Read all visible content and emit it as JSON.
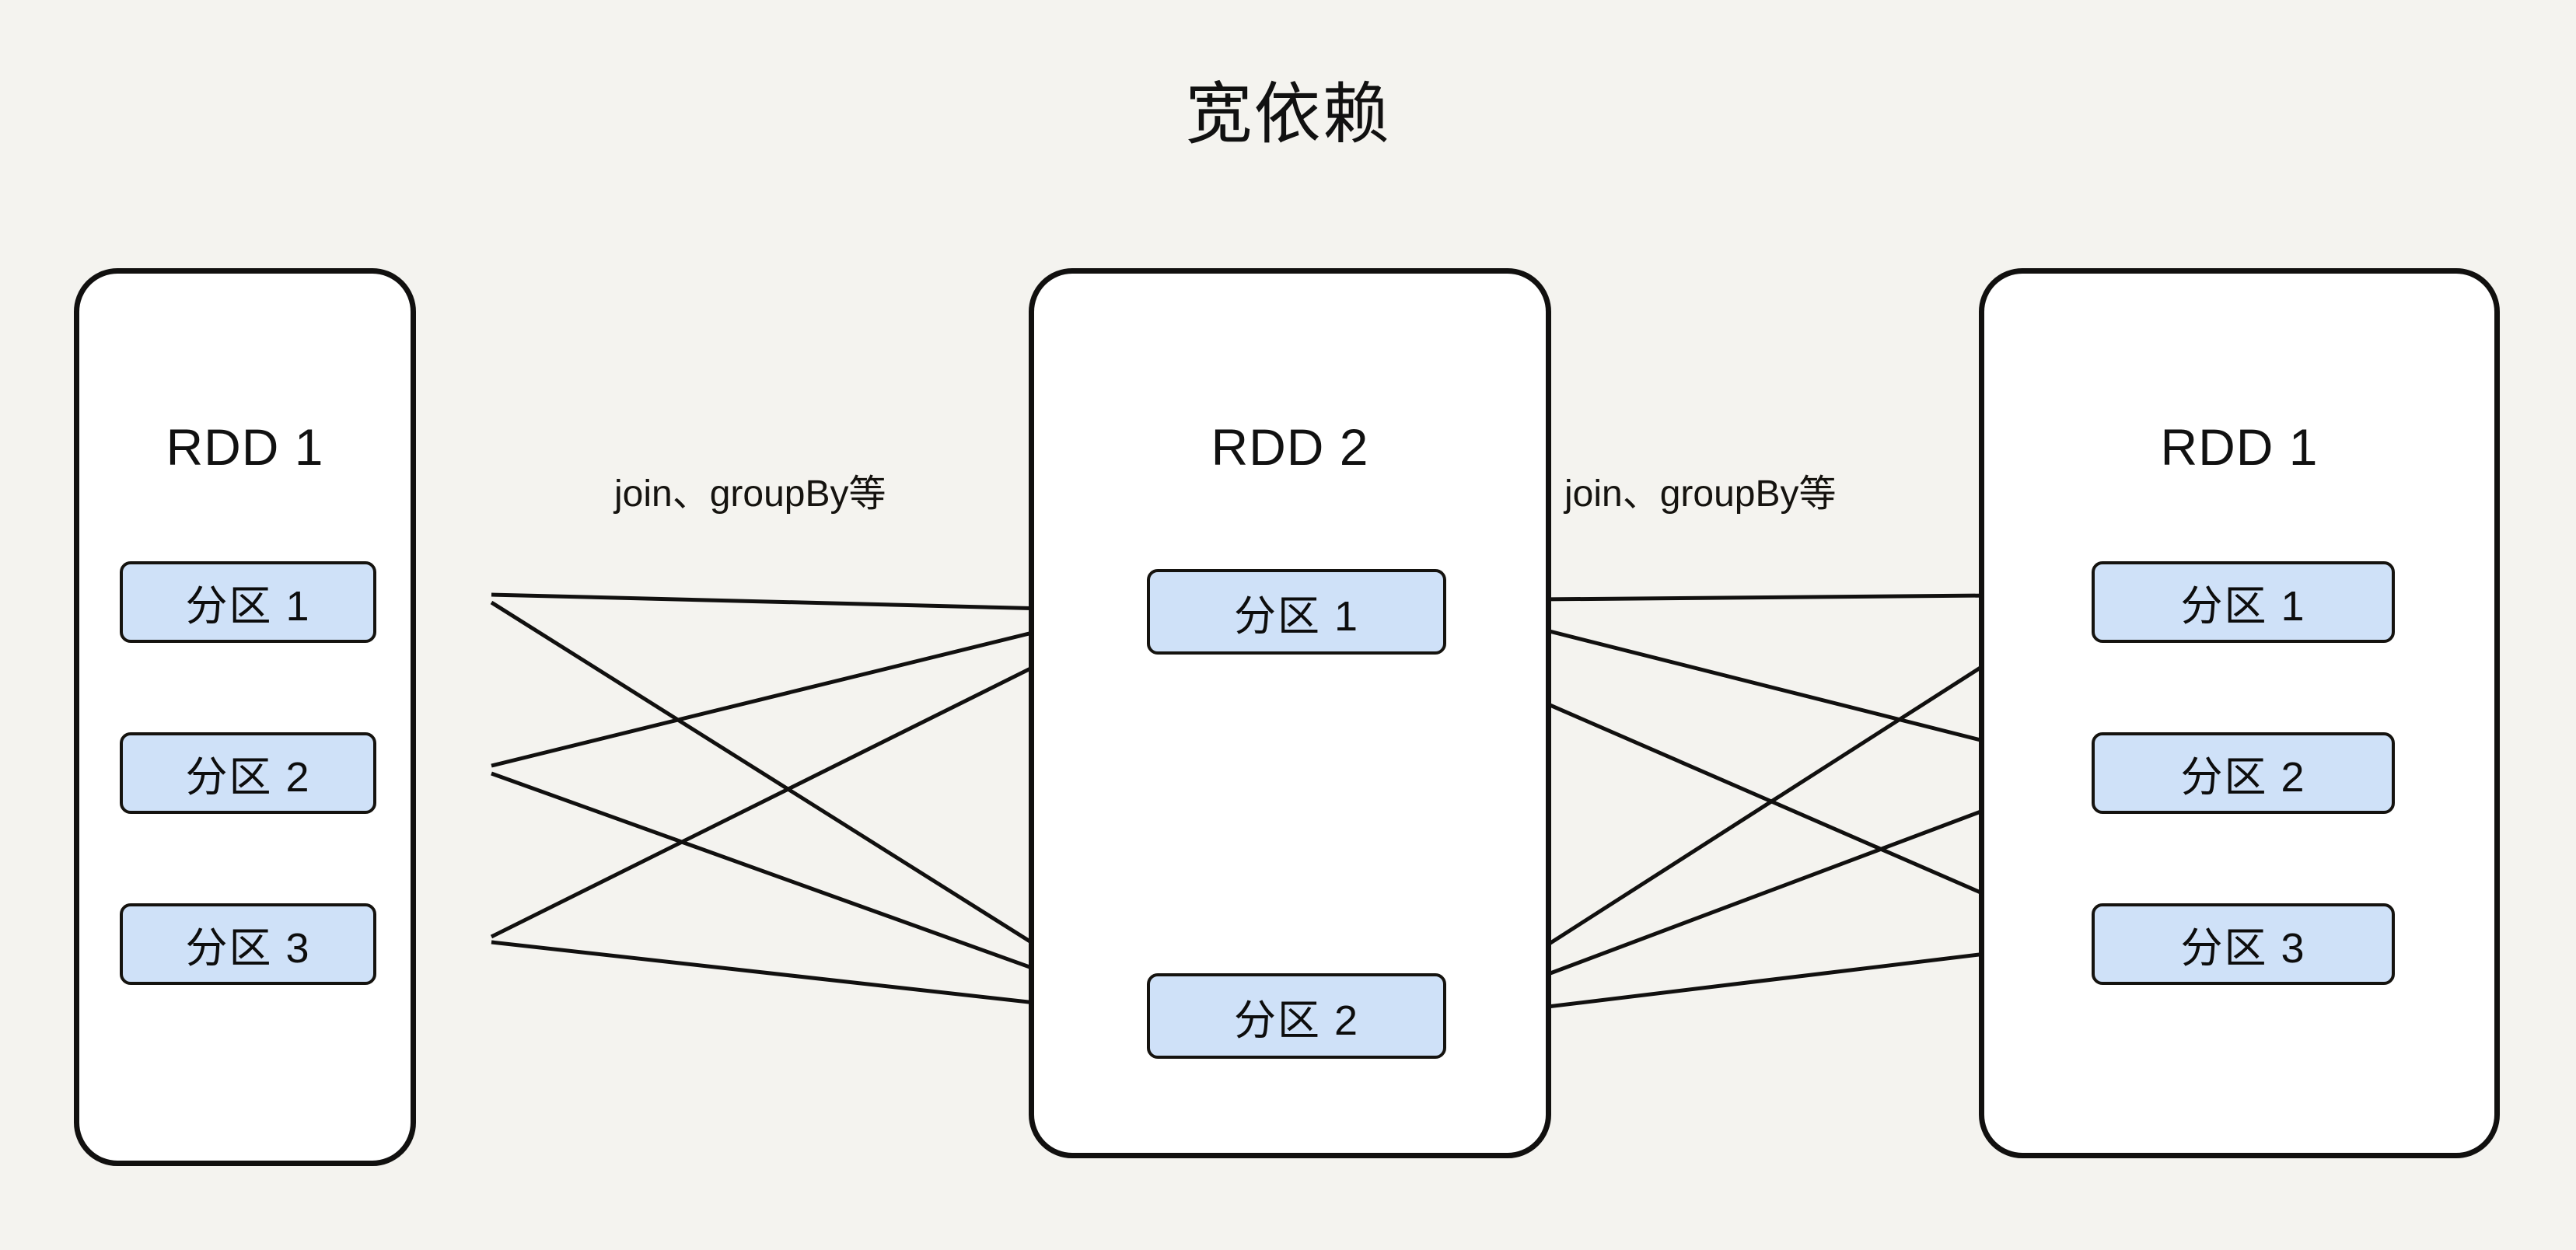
{
  "title": "宽依赖",
  "background_color": "#f4f3ef",
  "partition_fill_color": "#cfe1f8",
  "stroke_color": "#11100f",
  "groups": [
    {
      "name": "left-rdd",
      "label": "RDD 1",
      "partitions": [
        {
          "label": "分区 1"
        },
        {
          "label": "分区 2"
        },
        {
          "label": "分区 3"
        }
      ]
    },
    {
      "name": "middle-rdd",
      "label": "RDD 2",
      "partitions": [
        {
          "label": "分区 1"
        },
        {
          "label": "分区 2"
        }
      ]
    },
    {
      "name": "right-rdd",
      "label": "RDD 1",
      "partitions": [
        {
          "label": "分区 1"
        },
        {
          "label": "分区 2"
        },
        {
          "label": "分区 3"
        }
      ]
    }
  ],
  "edge_labels": [
    {
      "name": "left-transform-label",
      "text": "join、groupBy等"
    },
    {
      "name": "right-transform-label",
      "text": "join、groupBy等"
    }
  ],
  "chart_data": {
    "type": "diagram",
    "title": "宽依赖",
    "nodes": [
      {
        "id": "L",
        "label": "RDD 1",
        "partitions": [
          "分区 1",
          "分区 2",
          "分区 3"
        ]
      },
      {
        "id": "M",
        "label": "RDD 2",
        "partitions": [
          "分区 1",
          "分区 2"
        ]
      },
      {
        "id": "R",
        "label": "RDD 1",
        "partitions": [
          "分区 1",
          "分区 2",
          "分区 3"
        ]
      }
    ],
    "edges": [
      {
        "from": "L.分区 1",
        "to": "M.分区 1",
        "label": "join、groupBy等"
      },
      {
        "from": "L.分区 1",
        "to": "M.分区 2",
        "label": "join、groupBy等"
      },
      {
        "from": "L.分区 2",
        "to": "M.分区 1",
        "label": "join、groupBy等"
      },
      {
        "from": "L.分区 2",
        "to": "M.分区 2",
        "label": "join、groupBy等"
      },
      {
        "from": "L.分区 3",
        "to": "M.分区 1",
        "label": "join、groupBy等"
      },
      {
        "from": "L.分区 3",
        "to": "M.分区 2",
        "label": "join、groupBy等"
      },
      {
        "from": "R.分区 1",
        "to": "M.分区 1",
        "label": "join、groupBy等"
      },
      {
        "from": "R.分区 1",
        "to": "M.分区 2",
        "label": "join、groupBy等"
      },
      {
        "from": "R.分区 2",
        "to": "M.分区 1",
        "label": "join、groupBy等"
      },
      {
        "from": "R.分区 2",
        "to": "M.分区 2",
        "label": "join、groupBy等"
      },
      {
        "from": "R.分区 3",
        "to": "M.分区 1",
        "label": "join、groupBy等"
      },
      {
        "from": "R.分区 3",
        "to": "M.分区 2",
        "label": "join、groupBy等"
      }
    ]
  }
}
